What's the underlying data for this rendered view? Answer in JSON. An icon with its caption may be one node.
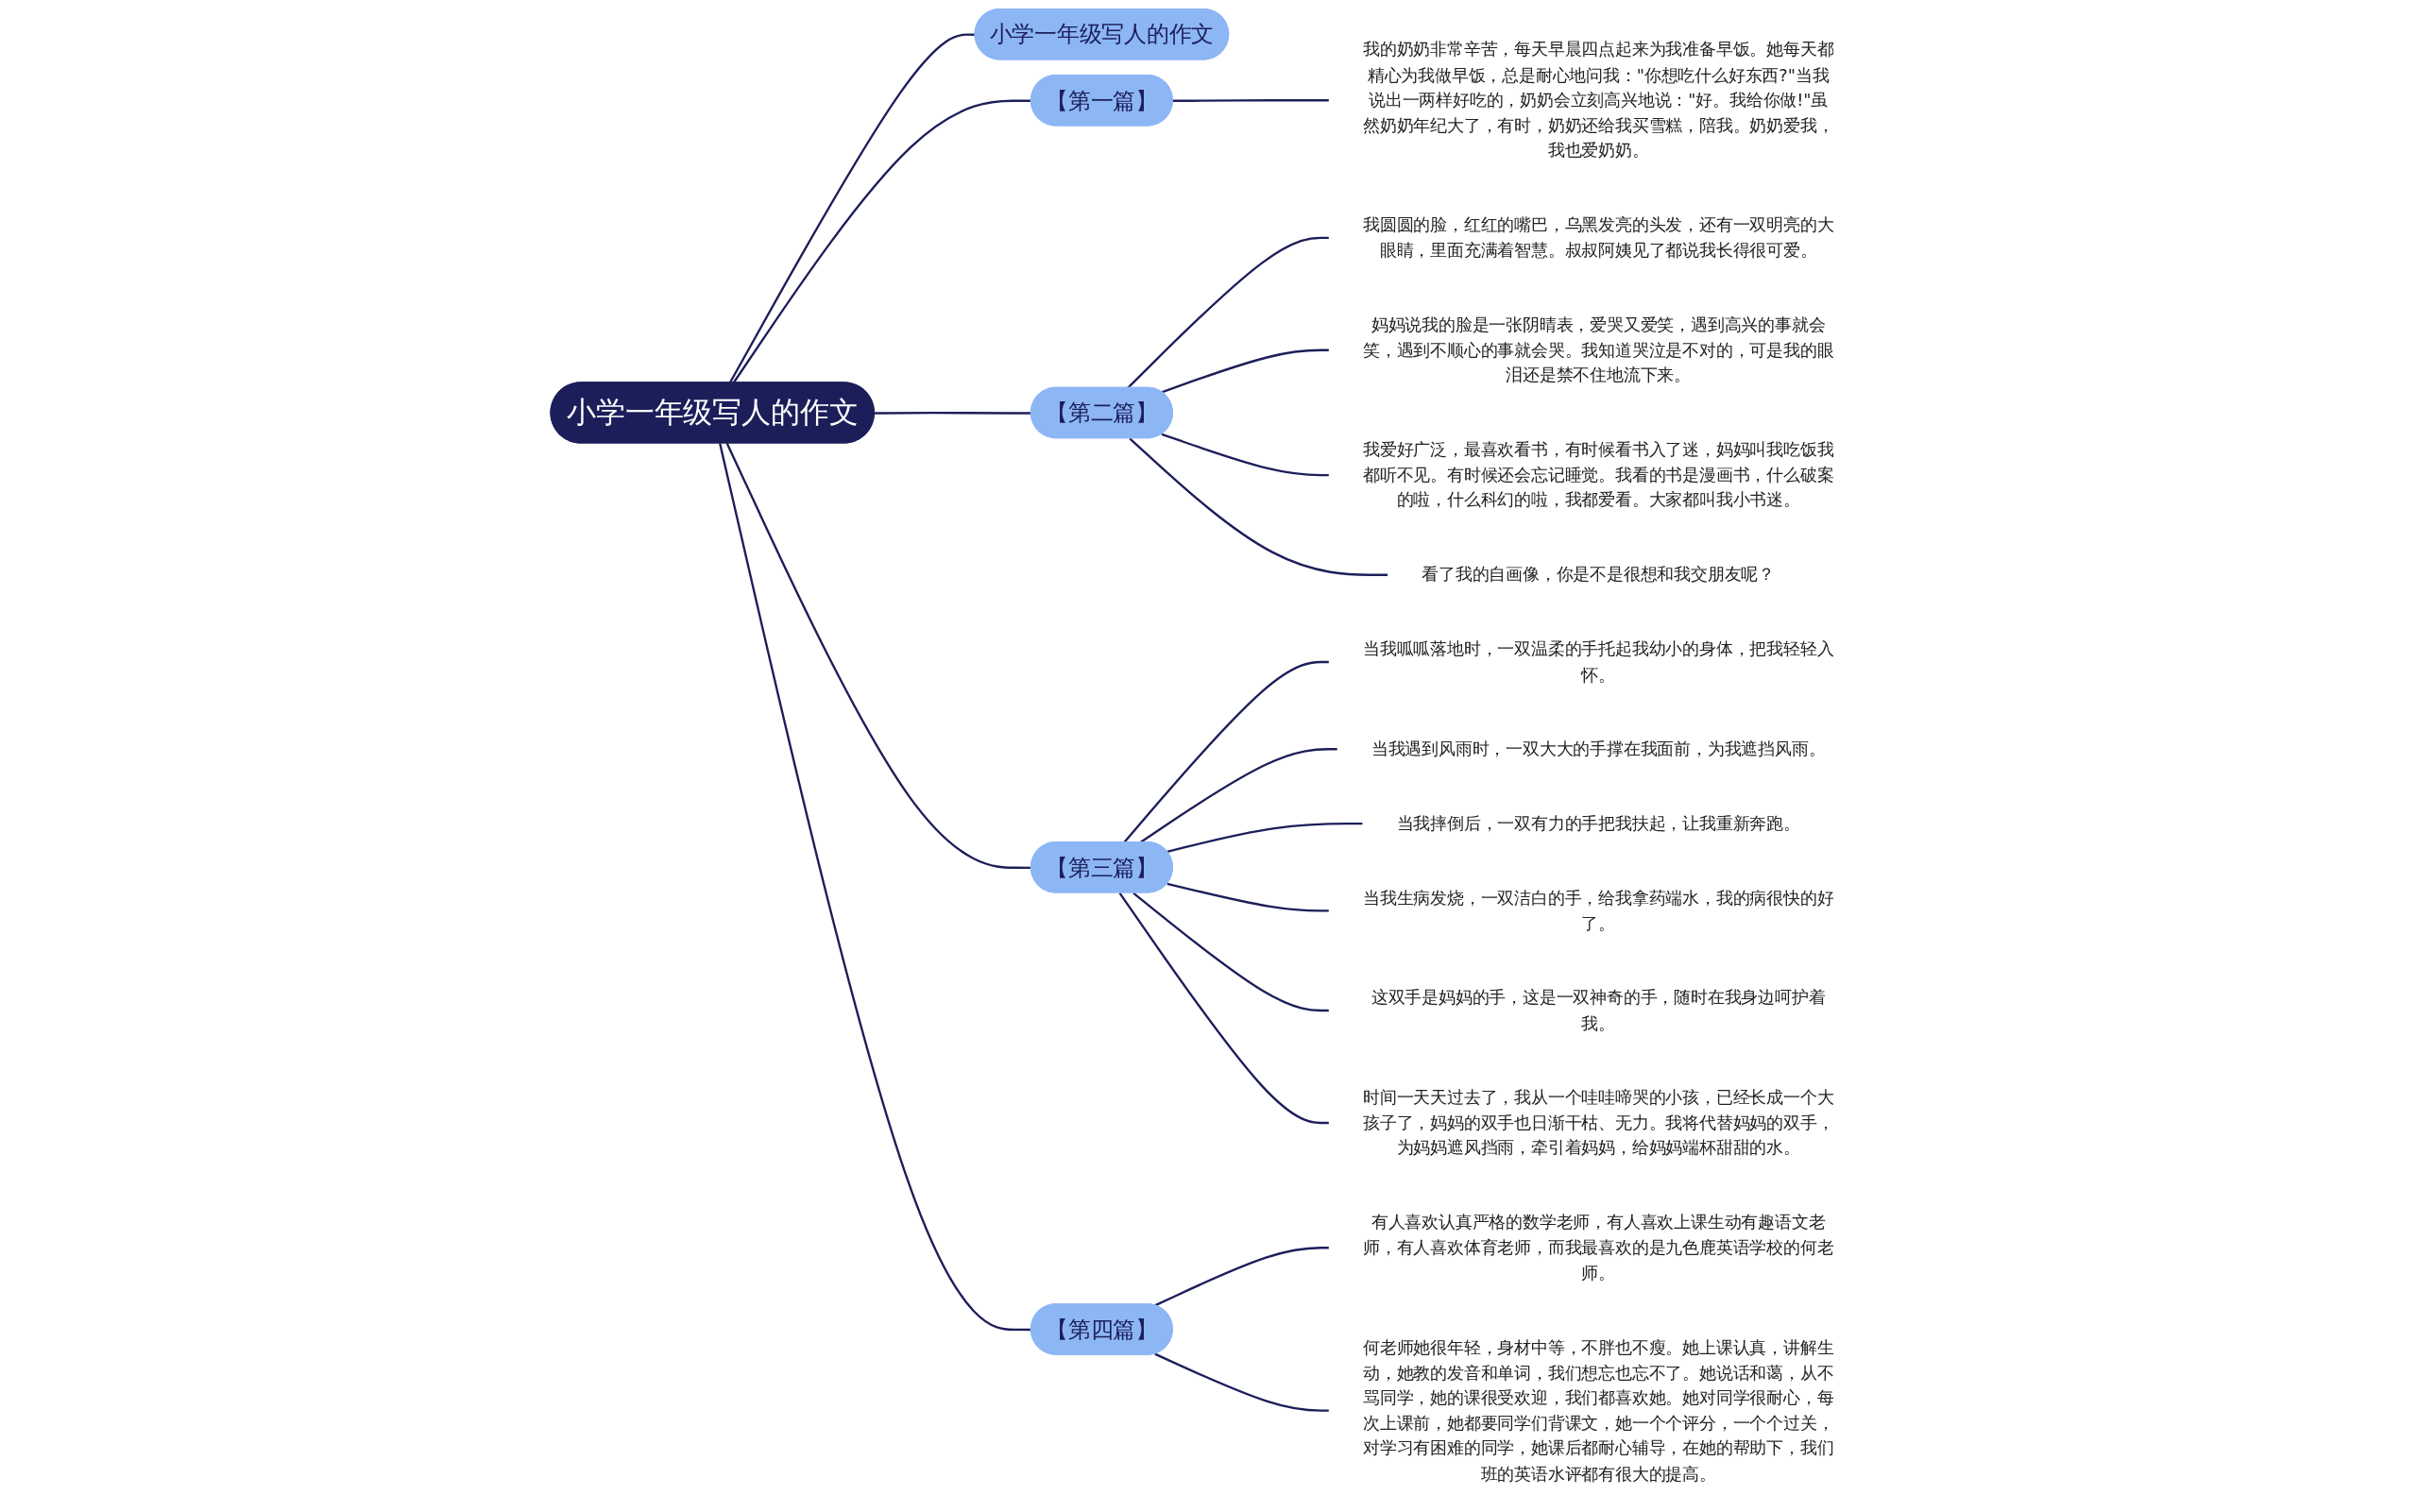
{
  "diagram": {
    "nodes": [
      {
        "text": [
          "小学一年级写人的作文"
        ]
      },
      {
        "text": [
          "小学一年级写人的作文"
        ]
      },
      {
        "text": [
          "【第一篇】"
        ]
      },
      {
        "text": [
          "我的奶奶非常辛苦，每天早晨四点起来为我准备早饭。她每天都精心为我做早饭，总是耐心地问我：\"你想吃什么好东西?\"当我说出一两样好吃的，奶奶会立刻高兴地说：\"好。我给你做!\"虽然奶奶年纪大了，有时，奶奶还给我买雪糕，陪我。奶奶爱我，我也爱奶奶。"
        ]
      },
      {
        "text": [
          "【第二篇】"
        ]
      },
      {
        "text": [
          "我圆圆的脸，红红的嘴巴，乌黑发亮的头发，还有一双明亮的大眼睛，里面充满着智慧。叔叔阿姨见了都说我长得很可爱。"
        ]
      },
      {
        "text": [
          "妈妈说我的脸是一张阴晴表，爱哭又爱笑，遇到高兴的事就会笑，遇到不顺心的事就会哭。我知道哭泣是不对的，可是我的眼泪还是禁不住地流下来。"
        ]
      },
      {
        "text": [
          "我爱好广泛，最喜欢看书，有时候看书入了迷，妈妈叫我吃饭我都听不见。有时候还会忘记睡觉。我看的书是漫画书，什么破案的啦，什么科幻的啦，我都爱看。大家都叫我小书迷。"
        ]
      },
      {
        "text": [
          "看了我的自画像，你是不是很想和我交朋友呢？"
        ]
      },
      {
        "text": [
          "【第三篇】"
        ]
      },
      {
        "text": [
          "当我呱呱落地时，一双温柔的手托起我幼小的身体，把我轻轻入怀。"
        ]
      },
      {
        "text": [
          "当我遇到风雨时，一双大大的手撑在我面前，为我遮挡风雨。"
        ]
      },
      {
        "text": [
          "当我摔倒后，一双有力的手把我扶起，让我重新奔跑。"
        ]
      },
      {
        "text": [
          "当我生病发烧，一双洁白的手，给我拿药端水，我的病很快的好了。"
        ]
      },
      {
        "text": [
          "这双手是妈妈的手，这是一双神奇的手，随时在我身边呵护着我。"
        ]
      },
      {
        "text": [
          "时间一天天过去了，我从一个哇哇啼哭的小孩，已经长成一个大孩子了，妈妈的双手也日渐干枯、无力。我将代替妈妈的双手，为妈妈遮风挡雨，牵引着妈妈，给妈妈端杯甜甜的水。"
        ]
      },
      {
        "text": [
          "【第四篇】"
        ]
      },
      {
        "text": [
          "有人喜欢认真严格的数学老师，有人喜欢上课生动有趣语文老师，有人喜欢体育老师，而我最喜欢的是九色鹿英语学校的何老师。"
        ]
      },
      {
        "text": [
          "何老师她很年轻，身材中等，不胖也不瘦。她上课认真，讲解生动，她教的发音和单词，我们想忘也忘不了。她说话和蔼，从不骂同学，她的课很受欢迎，我们都喜欢她。她对同学很耐心，每次上课前，她都要同学们背课文，她一个个评分，一个个过关，对学习有困难的同学，她课后都耐心辅导，在她的帮助下，我们班的英语水评都有很大的提高。"
        ]
      }
    ],
    "edges": [
      {
        "from": 0,
        "to": 1,
        "arrow": "none"
      },
      {
        "from": 0,
        "to": 2,
        "arrow": "none"
      },
      {
        "from": 2,
        "to": 3,
        "arrow": "none"
      },
      {
        "from": 0,
        "to": 4,
        "arrow": "none"
      },
      {
        "from": 4,
        "to": 5,
        "arrow": "none"
      },
      {
        "from": 4,
        "to": 6,
        "arrow": "none"
      },
      {
        "from": 4,
        "to": 7,
        "arrow": "none"
      },
      {
        "from": 4,
        "to": 8,
        "arrow": "none"
      },
      {
        "from": 0,
        "to": 9,
        "arrow": "none"
      },
      {
        "from": 9,
        "to": 10,
        "arrow": "none"
      },
      {
        "from": 9,
        "to": 11,
        "arrow": "none"
      },
      {
        "from": 9,
        "to": 12,
        "arrow": "none"
      },
      {
        "from": 9,
        "to": 13,
        "arrow": "none"
      },
      {
        "from": 9,
        "to": 14,
        "arrow": "none"
      },
      {
        "from": 9,
        "to": 15,
        "arrow": "none"
      },
      {
        "from": 0,
        "to": 16,
        "arrow": "none"
      },
      {
        "from": 16,
        "to": 17,
        "arrow": "none"
      },
      {
        "from": 16,
        "to": 18,
        "arrow": "none"
      }
    ]
  }
}
